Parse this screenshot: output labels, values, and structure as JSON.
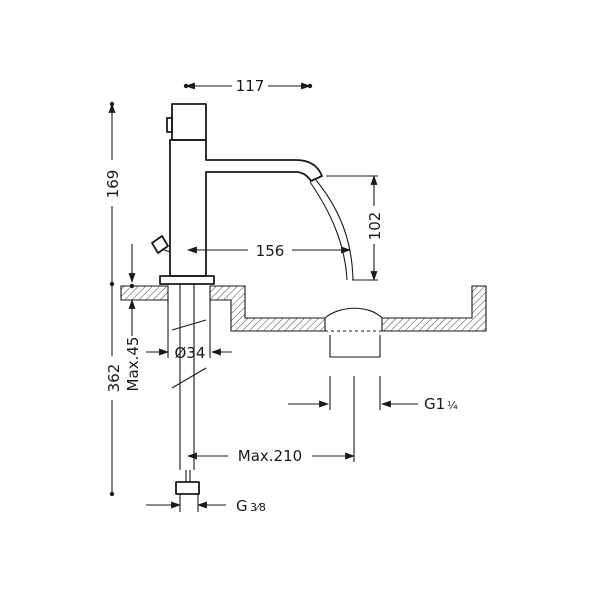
{
  "dimensions": {
    "spout_reach_top": "117",
    "total_height": "169",
    "spout_height": "102",
    "spout_projection": "156",
    "full_height": "362",
    "max_deck_thickness": "Max.45",
    "hole_diameter": "Ø34",
    "waste_thread": "G1",
    "waste_thread_fraction": "¼",
    "max_hose_reach": "Max.210",
    "inlet_thread": "G",
    "inlet_thread_fraction": "3⁄8"
  },
  "icons": {
    "arrow": "arrow-head-icon",
    "dot": "terminal-dot-icon"
  }
}
